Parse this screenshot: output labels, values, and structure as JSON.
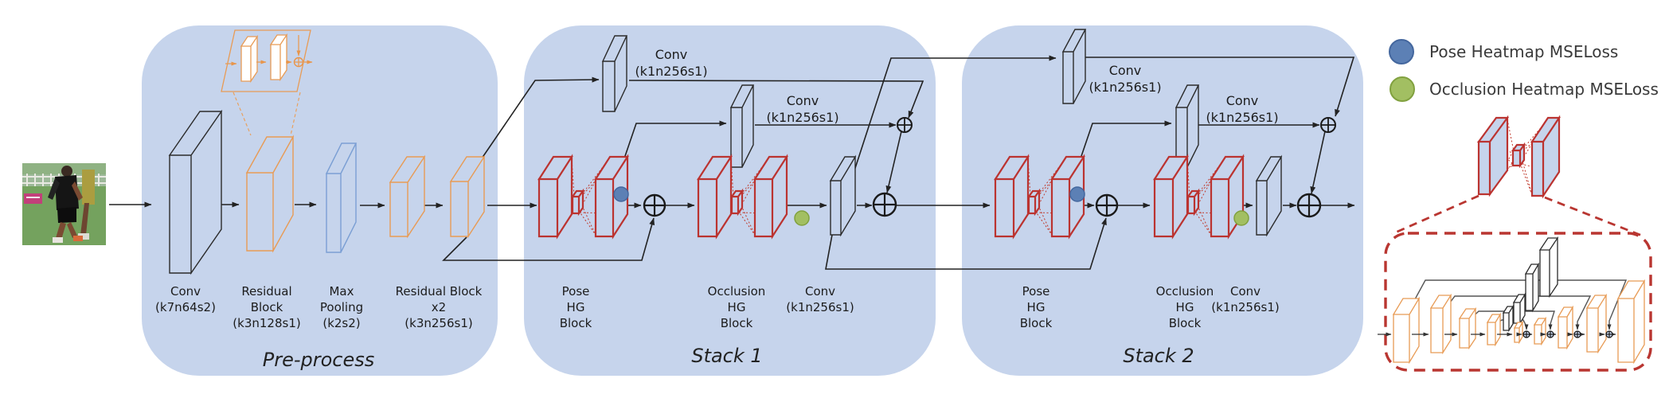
{
  "preprocess": {
    "section_label": "Pre-process",
    "label_conv": [
      "Conv",
      "(k7n64s2)"
    ],
    "label_residual": [
      "Residual",
      "Block",
      "(k3n128s1)"
    ],
    "label_maxpool": [
      "Max",
      "Pooling",
      "(k2s2)"
    ],
    "label_residual2": [
      "Residual Block",
      "x2",
      "(k3n256s1)"
    ]
  },
  "stacks": [
    {
      "section_label": "Stack 1",
      "label_top_conv": [
        "Conv",
        "(k1n256s1)"
      ],
      "label_mid_conv": [
        "Conv",
        "(k1n256s1)"
      ],
      "label_pose": [
        "Pose",
        "HG",
        "Block"
      ],
      "label_occlusion": [
        "Occlusion",
        "HG",
        "Block"
      ],
      "label_out_conv": [
        "Conv",
        "(k1n256s1)"
      ]
    },
    {
      "section_label": "Stack 2",
      "label_top_conv": [
        "Conv",
        "(k1n256s1)"
      ],
      "label_mid_conv": [
        "Conv",
        "(k1n256s1)"
      ],
      "label_pose": [
        "Pose",
        "HG",
        "Block"
      ],
      "label_occlusion": [
        "Occlusion",
        "HG",
        "Block"
      ],
      "label_out_conv": [
        "Conv",
        "(k1n256s1)"
      ]
    }
  ],
  "legend": {
    "pose_loss": "Pose Heatmap MSELoss",
    "occlusion_loss": "Occlusion Heatmap MSELoss"
  },
  "colors": {
    "panel_blue": "#c6d4ec",
    "slab_orange": "#e89b55",
    "slab_blue": "#7b9fd4",
    "hourglass_red": "#bb3330",
    "dashed_red": "#b93631",
    "legend_pose_blue": "#5c80b5",
    "legend_occlusion_green": "#a2bf62",
    "line_black": "#222222"
  }
}
